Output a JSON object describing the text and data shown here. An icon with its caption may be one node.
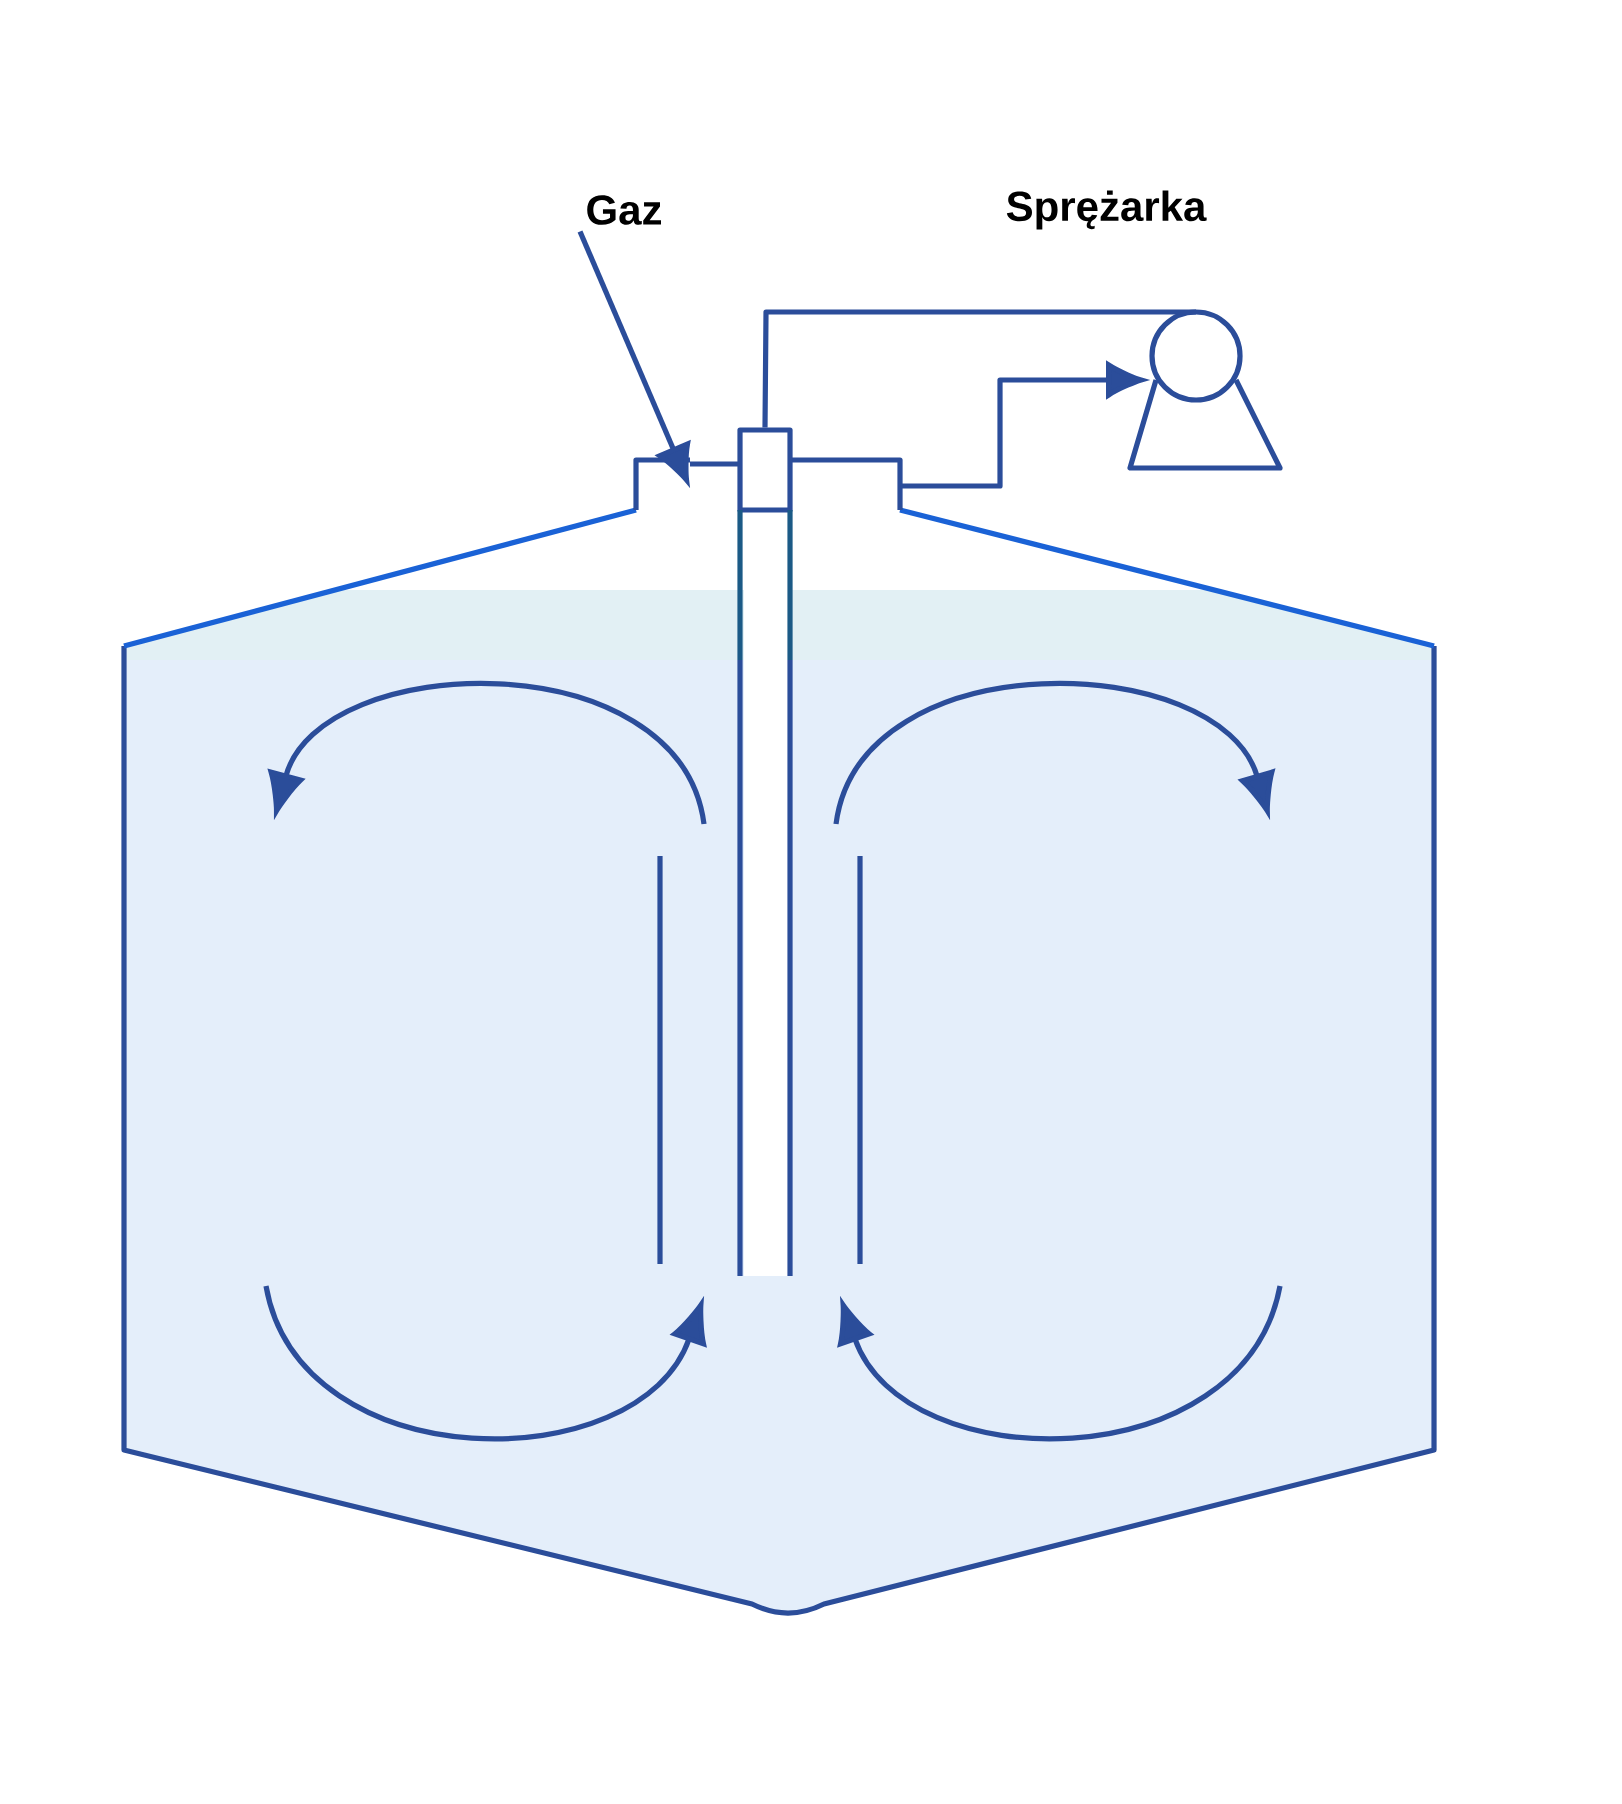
{
  "diagram": {
    "nodes": [
      {
        "text": [
          "Gaz"
        ]
      },
      {
        "text": [
          "Sprężarka"
        ]
      },
      {
        "text": [],
        "shape": "tank"
      },
      {
        "text": [],
        "shape": "pipe",
        "in": 2
      }
    ],
    "edges": [
      {
        "from": 0,
        "to": 2,
        "arrow": "to"
      },
      {
        "from": 2,
        "to": 1,
        "arrow": "to"
      },
      {
        "from": 1,
        "to": 3,
        "arrow": "none"
      }
    ]
  }
}
